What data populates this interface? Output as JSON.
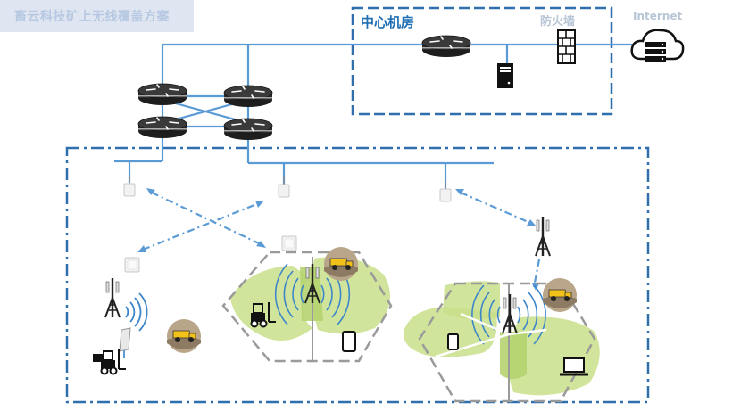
{
  "title": "畜云科技矿上无线覆盖方案",
  "labels": {
    "control_room": "中心机房",
    "firewall": "防火墙",
    "internet": "Internet"
  },
  "colors": {
    "line": "#5b9bd5",
    "frame": "#2f6fae",
    "coverage": "#c9df8a",
    "hex": "#9a9a9a"
  },
  "icons": [
    "router-icon",
    "server-icon",
    "firewall-icon",
    "cloud-icon",
    "access-point-icon",
    "antenna-tower-icon",
    "dump-truck-icon",
    "forklift-icon",
    "phone-icon",
    "laptop-icon",
    "wireless-waves-icon"
  ]
}
